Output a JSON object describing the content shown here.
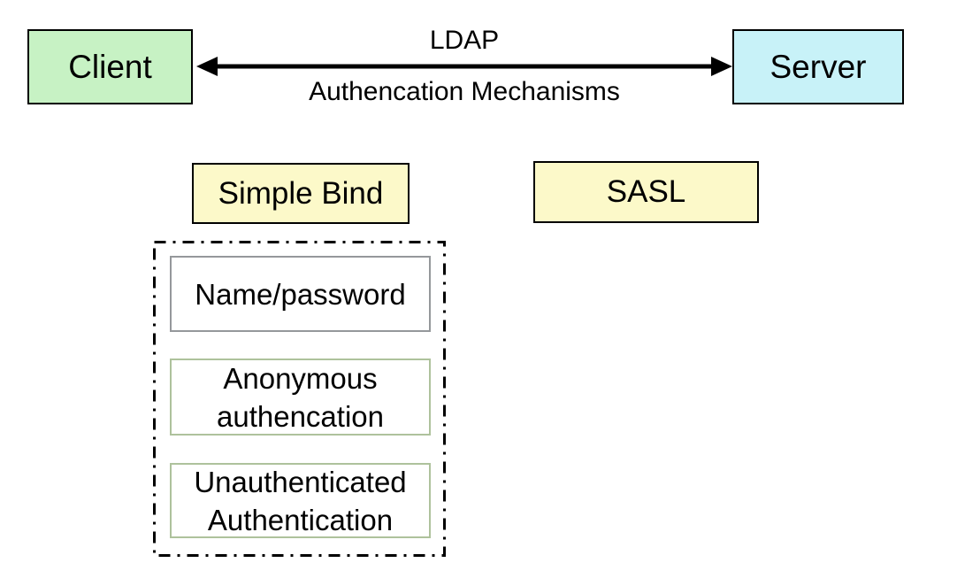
{
  "diagram": {
    "client": {
      "label": "Client"
    },
    "server": {
      "label": "Server"
    },
    "link": {
      "label_top": "LDAP",
      "label_bottom": "Authencation Mechanisms"
    },
    "mechanisms": [
      {
        "label": "Simple Bind"
      },
      {
        "label": "SASL"
      }
    ],
    "simple_bind_methods": [
      {
        "line1": "Name/password",
        "line2": ""
      },
      {
        "line1": "Anonymous",
        "line2": "authencation"
      },
      {
        "line1": "Unauthenticated",
        "line2": "Authentication"
      }
    ]
  },
  "colors": {
    "client_fill": "#c7f2c4",
    "server_fill": "#c8f2f8",
    "mechanism_fill": "#fcf9c9",
    "method_border_gray": "#95989b",
    "method_border_green": "#aec29c",
    "line": "#000000"
  }
}
